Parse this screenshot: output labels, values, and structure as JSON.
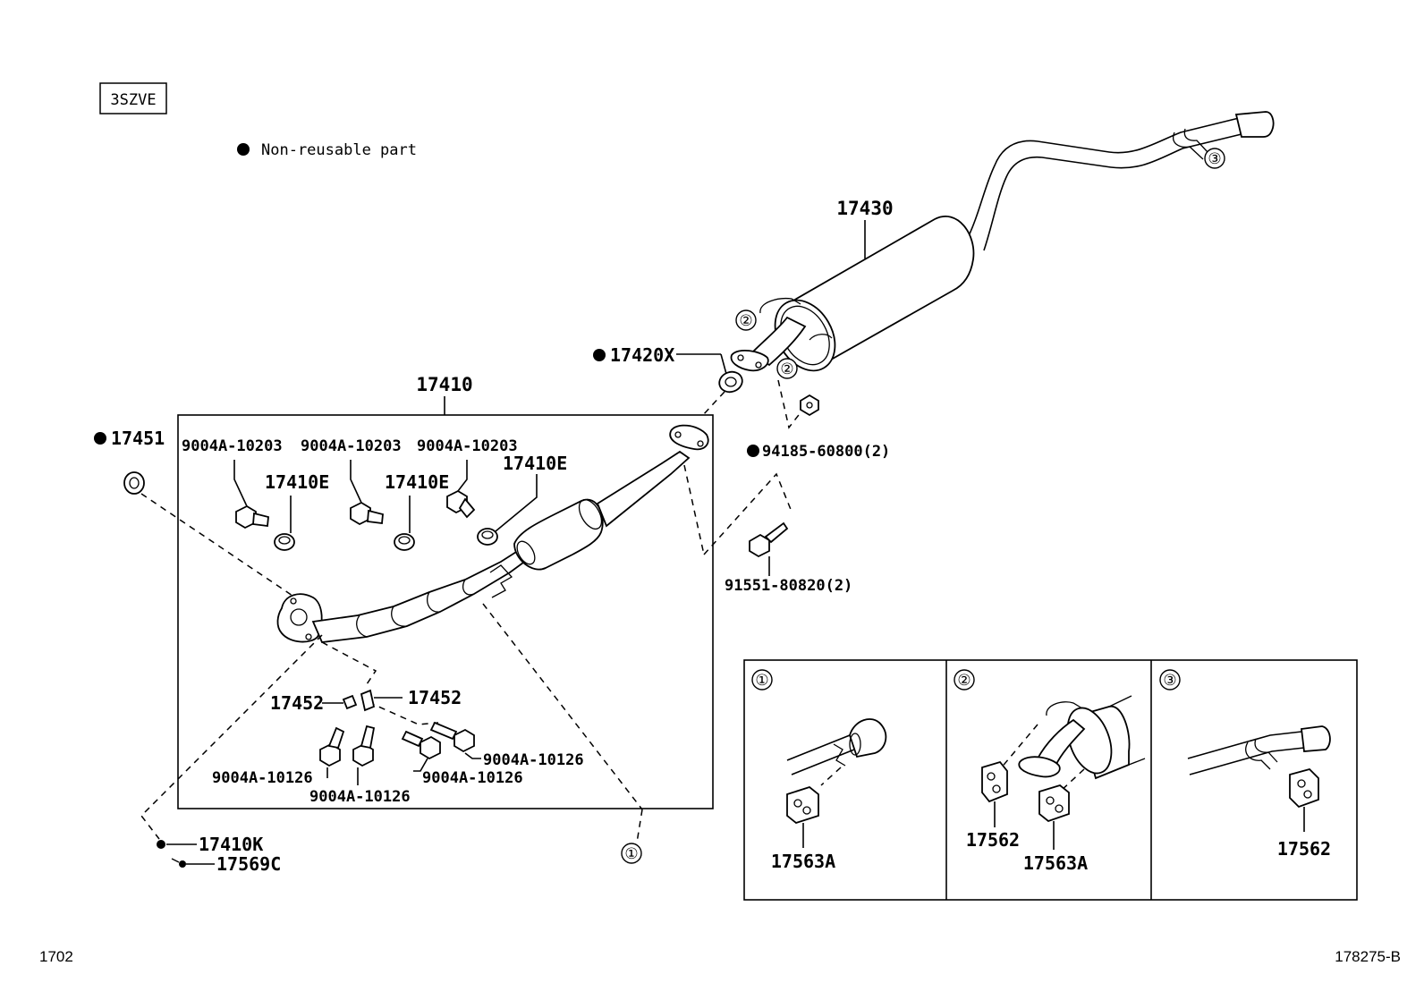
{
  "engine_code": "3SZVE",
  "legend": {
    "symbol": "●",
    "text": "Non-reusable part"
  },
  "footer": {
    "page": "1702",
    "illustration": "178275-B"
  },
  "labels": {
    "tailpipe_assembly": "17430",
    "gasket": "17420X",
    "front_pipe_assembly": "17410",
    "front_gasket": "17451",
    "nut": "94185-60800(2)",
    "bolt": "91551-80820(2)",
    "bolt_upper_1": "9004A-10203",
    "bolt_upper_2": "9004A-10203",
    "bolt_upper_3": "9004A-10203",
    "clamp_1": "17410E",
    "clamp_2": "17410E",
    "clamp_3": "17410E",
    "bracket_left": "17452",
    "bracket_right": "17452",
    "bolt_lower_1": "9004A-10126",
    "bolt_lower_2": "9004A-10126",
    "bolt_lower_3": "9004A-10126",
    "bolt_lower_4": "9004A-10126",
    "spring": "17410K",
    "bolt_spring": "17569C"
  },
  "callouts": {
    "c1": "①",
    "c2": "②",
    "c3": "③"
  },
  "detail_panels": [
    {
      "marker": "①",
      "parts": [
        "17563A"
      ]
    },
    {
      "marker": "②",
      "parts": [
        "17562",
        "17563A"
      ]
    },
    {
      "marker": "③",
      "parts": [
        "17562"
      ]
    }
  ]
}
